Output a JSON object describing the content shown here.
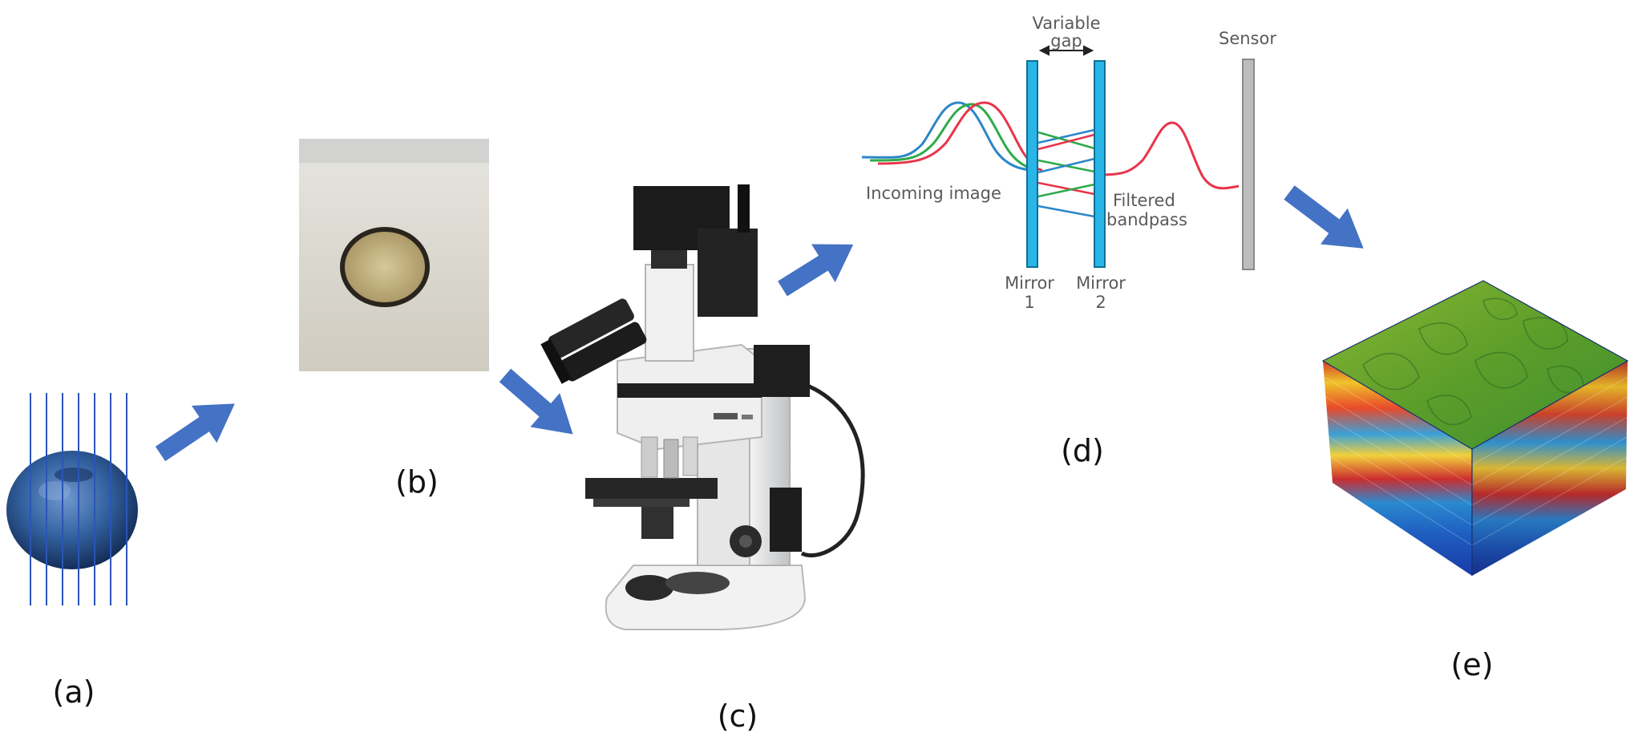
{
  "panels": {
    "a": {
      "label": "(a)"
    },
    "b": {
      "label": "(b)"
    },
    "c": {
      "label": "(c)"
    },
    "d": {
      "label": "(d)",
      "variable_gap_line1": "Variable",
      "variable_gap_line2": "gap",
      "sensor": "Sensor",
      "incoming_image": "Incoming image",
      "filtered_line1": "Filtered",
      "filtered_line2": "bandpass",
      "mirror1_line1": "Mirror",
      "mirror1_line2": "1",
      "mirror2_line1": "Mirror",
      "mirror2_line2": "2"
    },
    "e": {
      "label": "(e)"
    }
  },
  "colors": {
    "arrow": "#4472c4",
    "mirror": "#29b6e6",
    "sensor": "#bdbdbd",
    "wave_blue": "#2c86c8",
    "wave_green": "#2eaa4a",
    "wave_red": "#e8344a",
    "blueberry": "#2f5e9e",
    "cube_top": "#6fae2a"
  },
  "icons": [
    "blueberry-sample-icon",
    "slide-specimen-icon",
    "microscope-icon",
    "hyperspectral-cube-icon"
  ]
}
